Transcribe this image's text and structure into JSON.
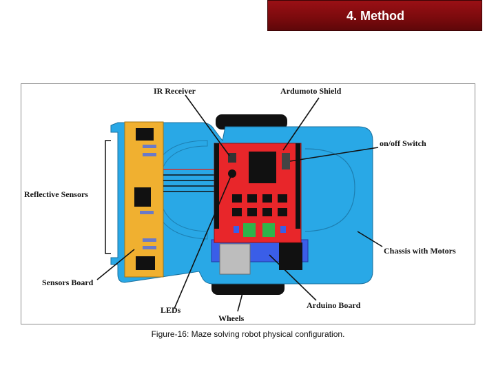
{
  "header": {
    "title": "4. Method"
  },
  "diagram": {
    "labels": {
      "ir_receiver": "IR Receiver",
      "ardumoto_shield": "Ardumoto Shield",
      "on_off_switch": "on/off Switch",
      "reflective_sensors": "Reflective Sensors",
      "chassis_with_motors": "Chassis with Motors",
      "sensors_board": "Sensors Board",
      "leds": "LEDs",
      "wheels": "Wheels",
      "arduino_board": "Arduino Board"
    }
  },
  "caption": "Figure-16: Maze solving robot physical configuration.",
  "colors": {
    "header_bg": "#8b0e12",
    "chassis": "#29a8e6",
    "sensor_board": "#f0b030",
    "shield": "#e8262a",
    "arduino": "#3a5ee8",
    "component_black": "#111111",
    "led_green": "#2fb44a"
  }
}
